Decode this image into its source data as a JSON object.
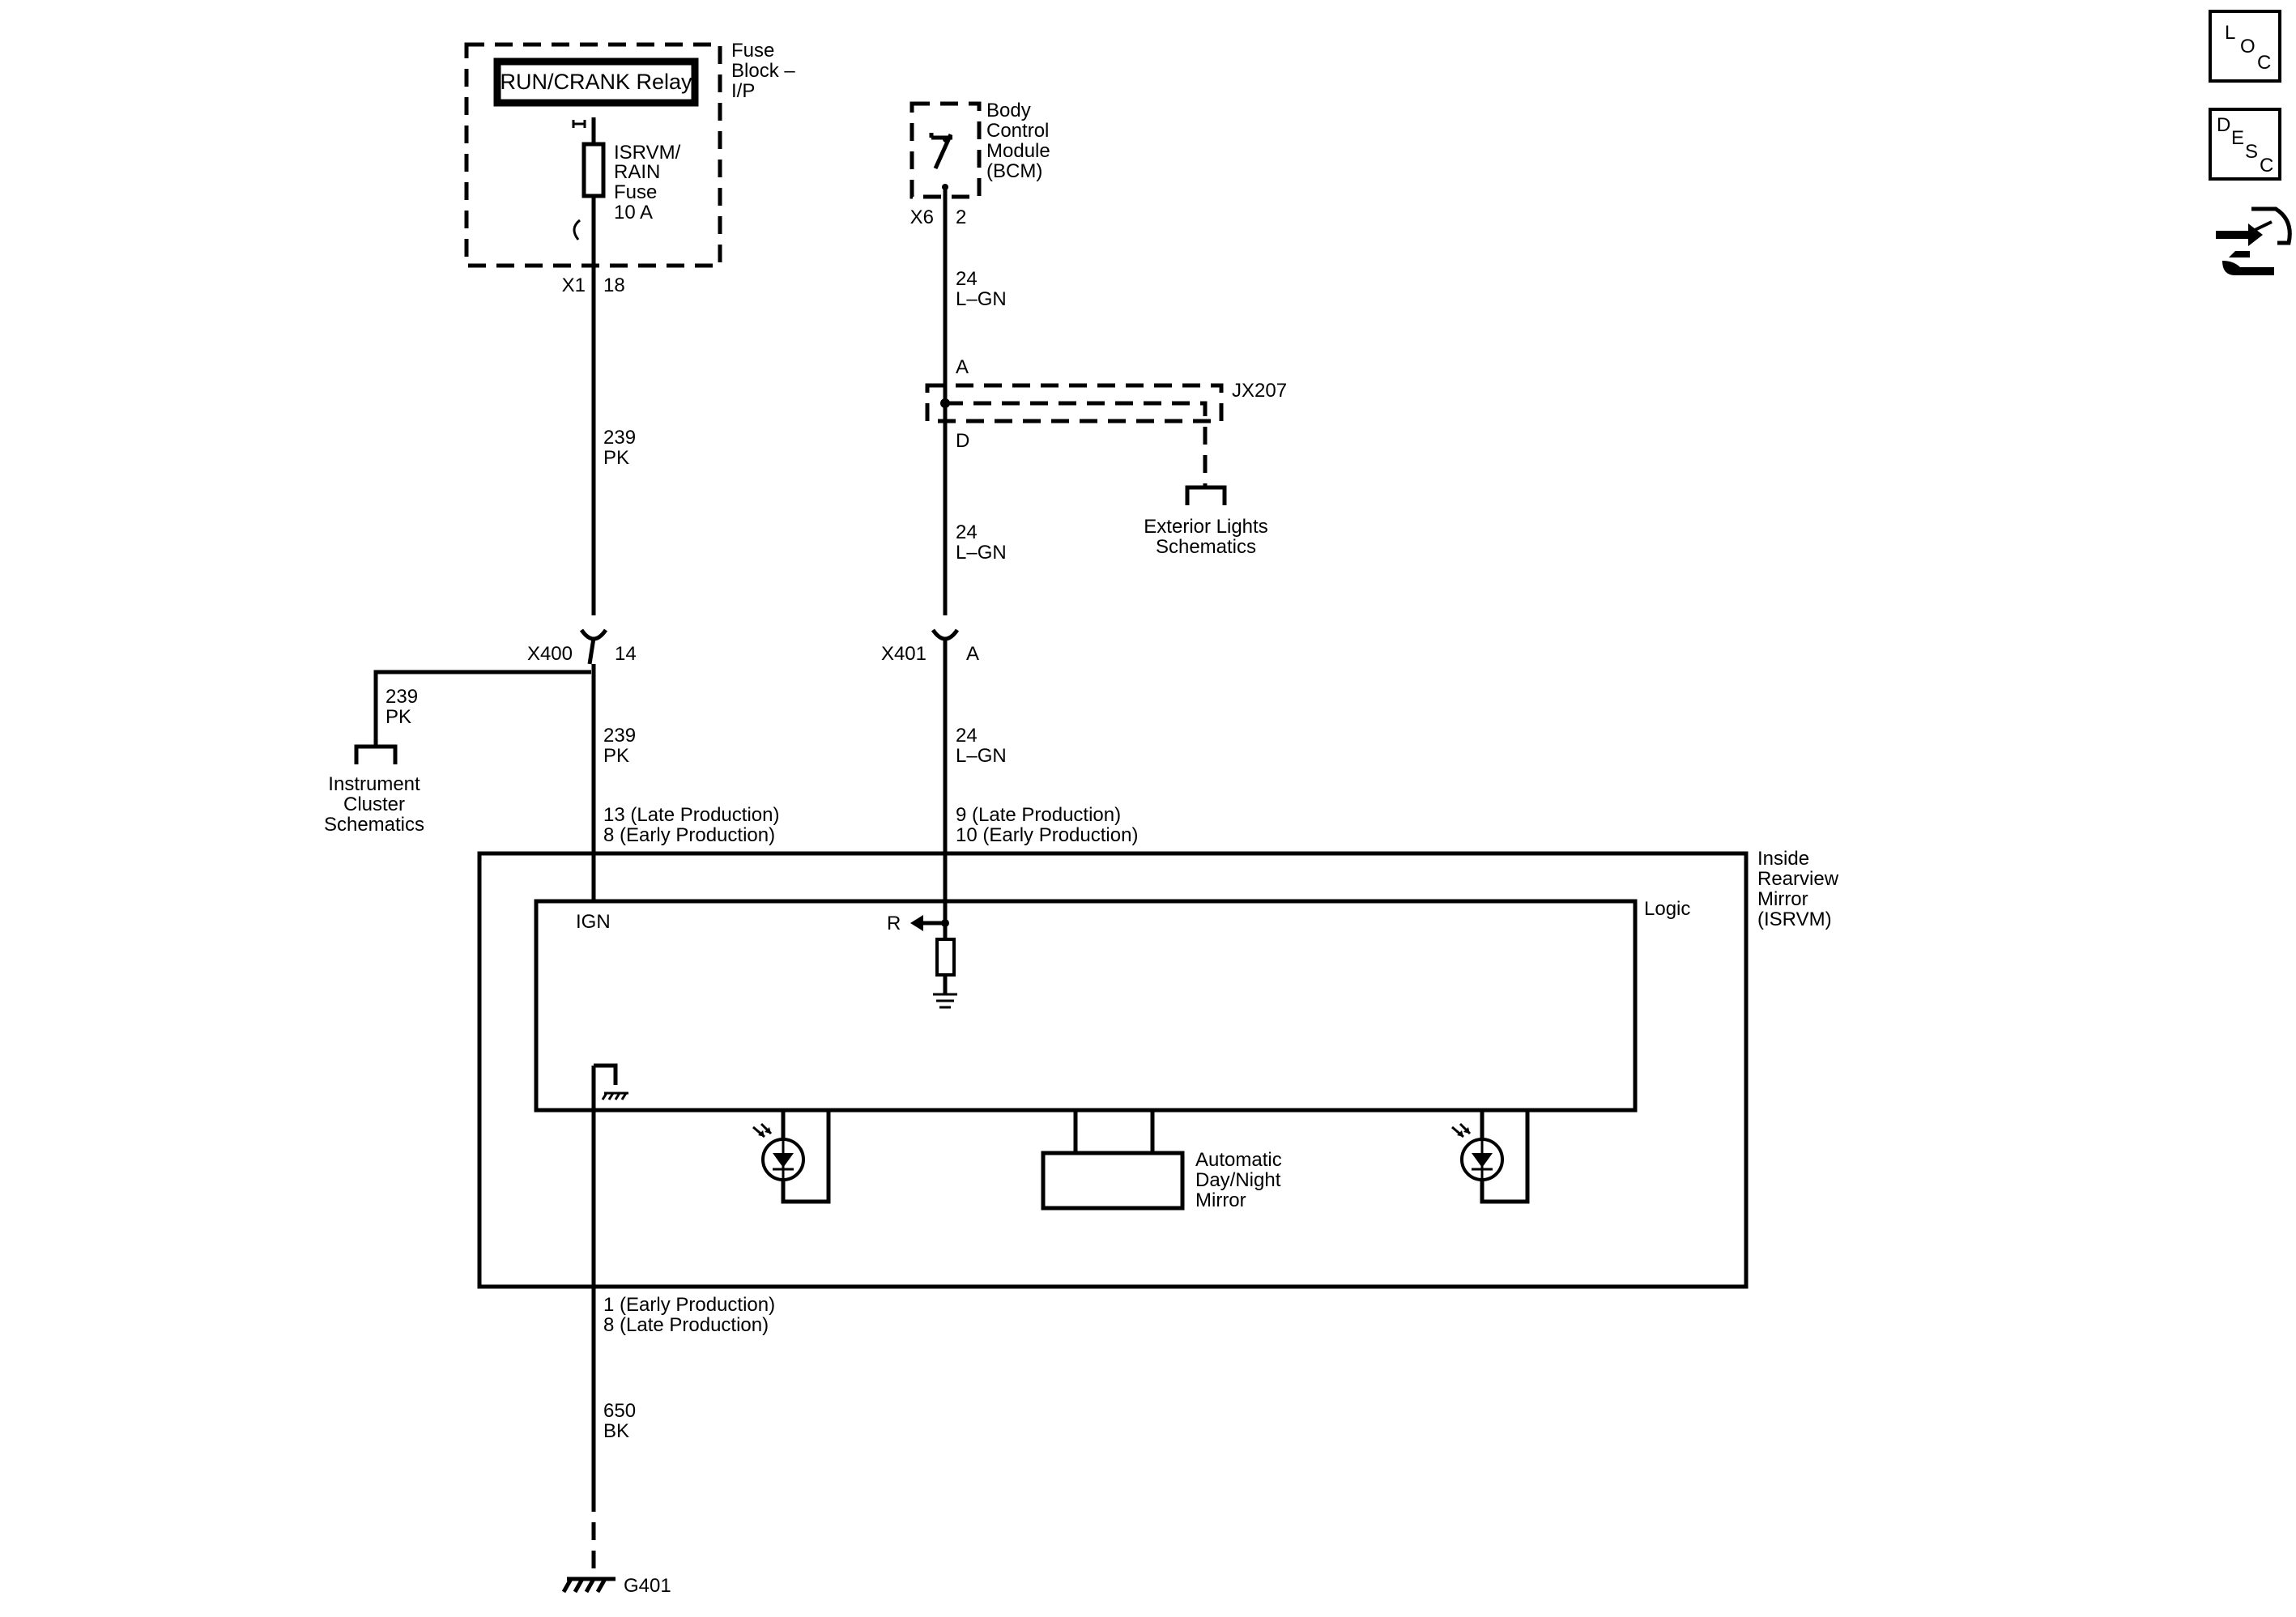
{
  "fuse_block": {
    "label_lines": [
      "Fuse",
      "Block –",
      "I/P"
    ],
    "relay": "RUN/CRANK Relay",
    "fuse_lines": [
      "ISRVM/",
      "RAIN",
      "Fuse",
      "10 A"
    ],
    "connector": "X1",
    "pin": "18"
  },
  "bcm": {
    "label_lines": [
      "Body",
      "Control",
      "Module",
      "(BCM)"
    ],
    "connector": "X6",
    "pin": "2"
  },
  "wires": {
    "w239_upper": [
      "239",
      "PK"
    ],
    "w239_branch": [
      "239",
      "PK"
    ],
    "w239_lower": [
      "239",
      "PK"
    ],
    "w24_a": [
      "24",
      "L–GN"
    ],
    "w24_b": [
      "24",
      "L–GN"
    ],
    "w24_c": [
      "24",
      "L–GN"
    ],
    "w650": [
      "650",
      "BK"
    ]
  },
  "splice": {
    "name": "JX207",
    "pin_a": "A",
    "pin_d": "D"
  },
  "exterior_link": [
    "Exterior Lights",
    "Schematics"
  ],
  "cluster_link": [
    "Instrument",
    "Cluster",
    "Schematics"
  ],
  "x400": {
    "name": "X400",
    "pin": "14"
  },
  "x401": {
    "name": "X401",
    "pin": "A"
  },
  "isrvm_pins": {
    "ign": [
      "13 (Late Production)",
      "8 (Early Production)"
    ],
    "r": [
      "9 (Late Production)",
      "10 (Early Production)"
    ],
    "gnd": [
      "1 (Early Production)",
      "8 (Late Production)"
    ]
  },
  "isrvm": {
    "label_lines": [
      "Inside",
      "Rearview",
      "Mirror",
      "(ISRVM)"
    ],
    "logic": "Logic",
    "ign": "IGN",
    "r": "R",
    "mirror_lines": [
      "Automatic",
      "Day/Night",
      "Mirror"
    ]
  },
  "ground": "G401",
  "side_buttons": {
    "loc": [
      "L",
      "O",
      "C"
    ],
    "desc": [
      "D",
      "E",
      "S",
      "C"
    ],
    "nav_icon": "connector-wrench-icon"
  }
}
